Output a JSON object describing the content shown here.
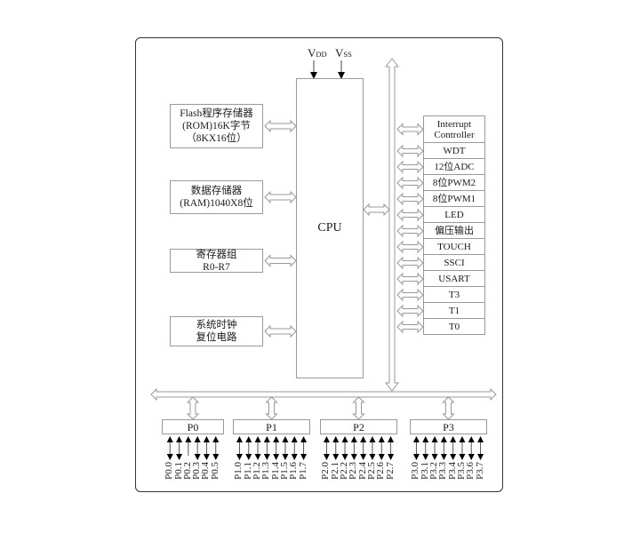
{
  "supply": {
    "vdd": {
      "main": "V",
      "sub": "DD"
    },
    "vss": {
      "main": "V",
      "sub": "SS"
    }
  },
  "cpu": {
    "label": "CPU"
  },
  "left_blocks": [
    {
      "lines": [
        "Flash程序存储器",
        "(ROM)16K字节",
        "（8KX16位）"
      ]
    },
    {
      "lines": [
        "数据存储器",
        "(RAM)1040X8位"
      ]
    },
    {
      "lines": [
        "寄存器组",
        "R0-R7"
      ]
    },
    {
      "lines": [
        "系统时钟",
        "复位电路"
      ]
    }
  ],
  "peripherals": [
    {
      "lines": [
        "Interrupt",
        "Controller"
      ]
    },
    {
      "lines": [
        "WDT"
      ]
    },
    {
      "lines": [
        "12位ADC"
      ]
    },
    {
      "lines": [
        "8位PWM2"
      ]
    },
    {
      "lines": [
        "8位PWM1"
      ]
    },
    {
      "lines": [
        "LED"
      ]
    },
    {
      "lines": [
        "偏压输出"
      ]
    },
    {
      "lines": [
        "TOUCH"
      ]
    },
    {
      "lines": [
        "SSCI"
      ]
    },
    {
      "lines": [
        "USART"
      ]
    },
    {
      "lines": [
        "T3"
      ]
    },
    {
      "lines": [
        "T1"
      ]
    },
    {
      "lines": [
        "T0"
      ]
    }
  ],
  "ports": [
    {
      "label": "P0",
      "pins": [
        "P0.0",
        "P0.1",
        "P0.2",
        "P0.3",
        "P0.4",
        "P0.5"
      ],
      "input_only": [
        "P0.2"
      ]
    },
    {
      "label": "P1",
      "pins": [
        "P1.0",
        "P1.1",
        "P1.2",
        "P1.3",
        "P1.4",
        "P1.5",
        "P1.6",
        "P1.7"
      ],
      "input_only": []
    },
    {
      "label": "P2",
      "pins": [
        "P2.0",
        "P2.1",
        "P2.2",
        "P2.3",
        "P2.4",
        "P2.5",
        "P2.6",
        "P2.7"
      ],
      "input_only": []
    },
    {
      "label": "P3",
      "pins": [
        "P3.0",
        "P3.1",
        "P3.2",
        "P3.3",
        "P3.4",
        "P3.5",
        "P3.6",
        "P3.7"
      ],
      "input_only": []
    }
  ],
  "colors": {
    "outline": "#999999",
    "frame": "#333333",
    "arrow_fill": "#ffffff",
    "pin_arrow": "#000000"
  }
}
